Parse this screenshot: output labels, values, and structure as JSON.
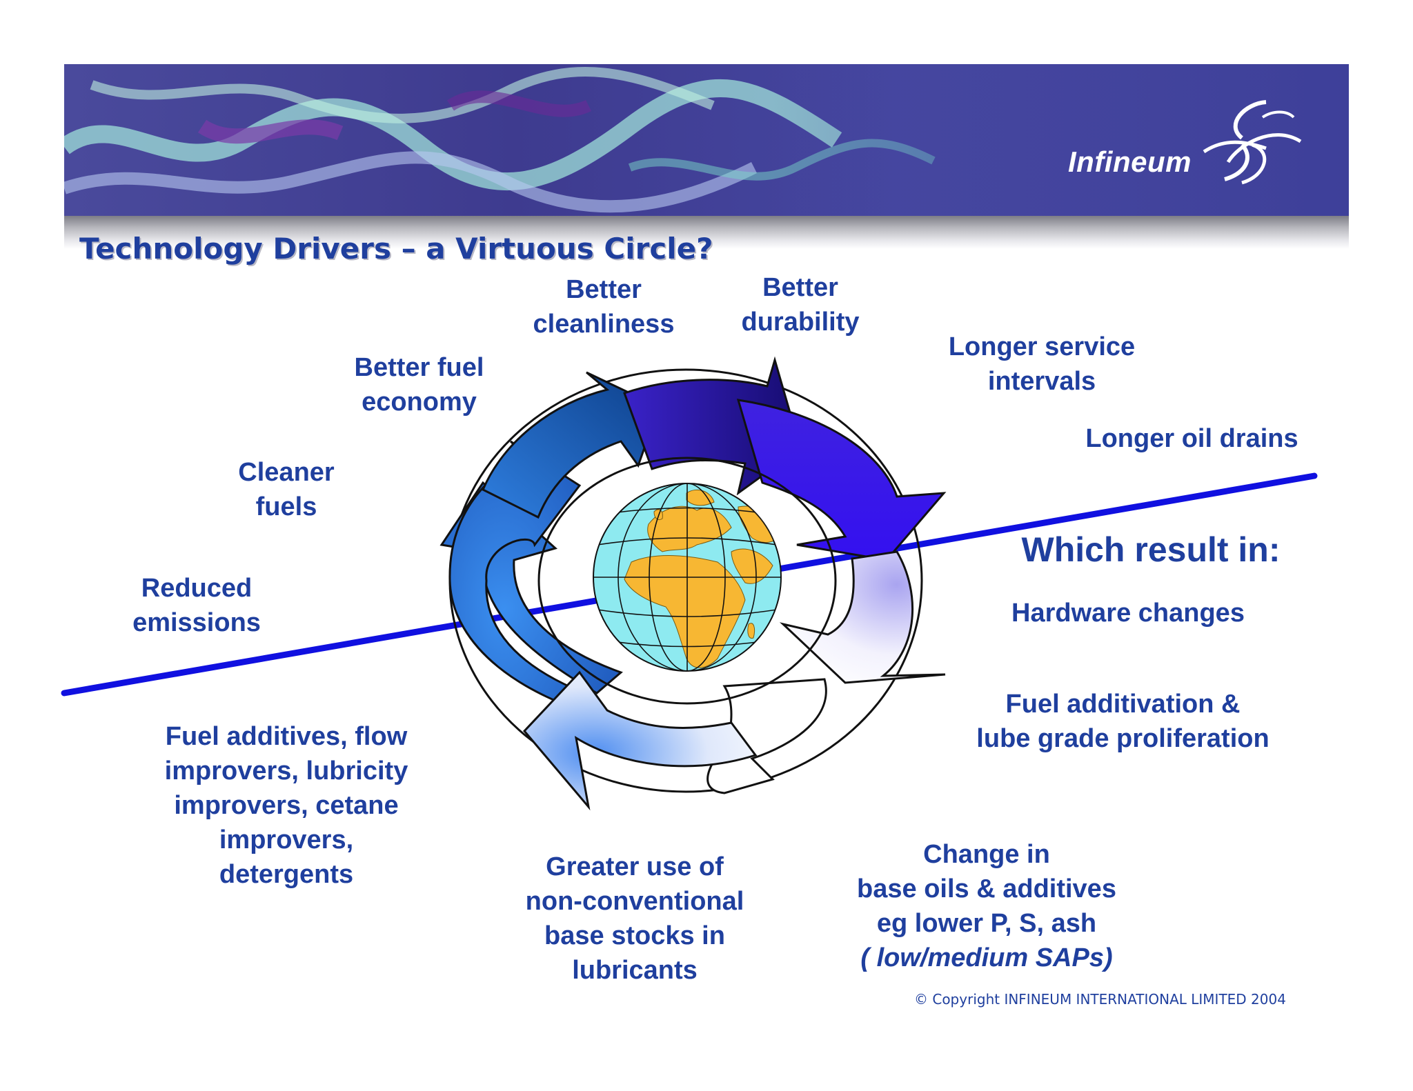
{
  "slide": {
    "title": "Technology Drivers – a Virtuous Circle?",
    "logo_text": "Infineum",
    "copyright": "© Copyright INFINEUM INTERNATIONAL LIMITED 2004"
  },
  "drivers": {
    "reduced_emissions": "Reduced\nemissions",
    "cleaner_fuels": "Cleaner\nfuels",
    "better_fuel_economy": "Better fuel\neconomy",
    "better_cleanliness": "Better\ncleanliness",
    "better_durability": "Better\ndurability",
    "longer_service_intervals": "Longer service\nintervals",
    "longer_oil_drains": "Longer oil drains"
  },
  "results": {
    "heading": "Which result in:",
    "hardware_changes": "Hardware changes",
    "fuel_additivation": "Fuel additivation &\nlube grade proliferation",
    "change_in_base_oils": "Change in\nbase oils & additives\neg lower P, S, ash",
    "change_in_base_oils_note": "( low/medium SAPs)",
    "greater_use": "Greater use of\nnon-conventional\nbase stocks in\nlubricants",
    "fuel_additives": "Fuel additives, flow\nimprovers, lubricity\nimprovers, cetane\nimprovers,\ndetergents"
  },
  "colors": {
    "text": "#1f3f9e",
    "line": "#1010e0",
    "arrow_dark": "#1b0f8a",
    "arrow_violet": "#3d1ee8",
    "arrow_blue": "#2f7fe0",
    "globe_land": "#f7b733",
    "globe_sea": "#8eeaf0"
  }
}
